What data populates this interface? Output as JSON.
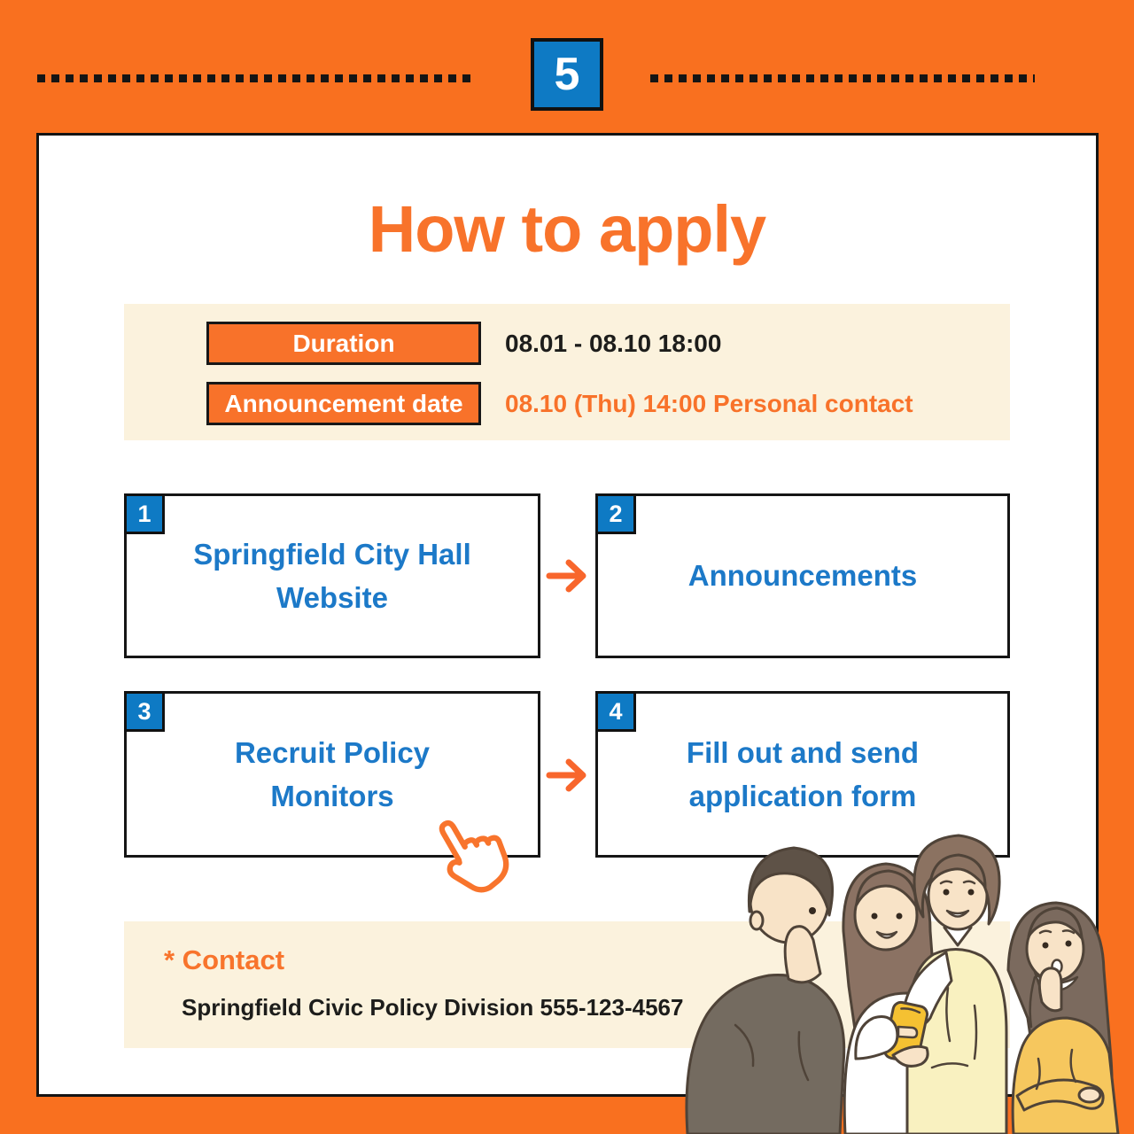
{
  "colors": {
    "frame_orange": "#F9701F",
    "accent_orange": "#F8722A",
    "arrow_orange": "#F8662C",
    "badge_blue": "#0E7AC4",
    "step_text_blue": "#1C79C8",
    "cream_panel": "#FBF2DD",
    "border_black": "#141414",
    "text_dark": "#1D1D1B"
  },
  "page_badge": {
    "number": "5"
  },
  "title": "How to apply",
  "info_box": {
    "rows": [
      {
        "label": "Duration",
        "value": "08.01 - 08.10 18:00"
      },
      {
        "label": "Announcement date",
        "value": "08.10 (Thu) 14:00 Personal contact"
      }
    ]
  },
  "steps": [
    {
      "number": "1",
      "label": "Springfield City Hall\nWebsite"
    },
    {
      "number": "2",
      "label": "Announcements"
    },
    {
      "number": "3",
      "label": "Recruit Policy\nMonitors"
    },
    {
      "number": "4",
      "label": "Fill out and send\napplication form"
    }
  ],
  "contact": {
    "heading": "* Contact",
    "detail": "Springfield Civic Policy Division 555-123-4567"
  },
  "icons": {
    "step_arrow": "arrow-right-icon",
    "cursor": "hand-pointer-icon"
  },
  "illustration": {
    "description": "Four people huddled together looking at a smartphone"
  }
}
